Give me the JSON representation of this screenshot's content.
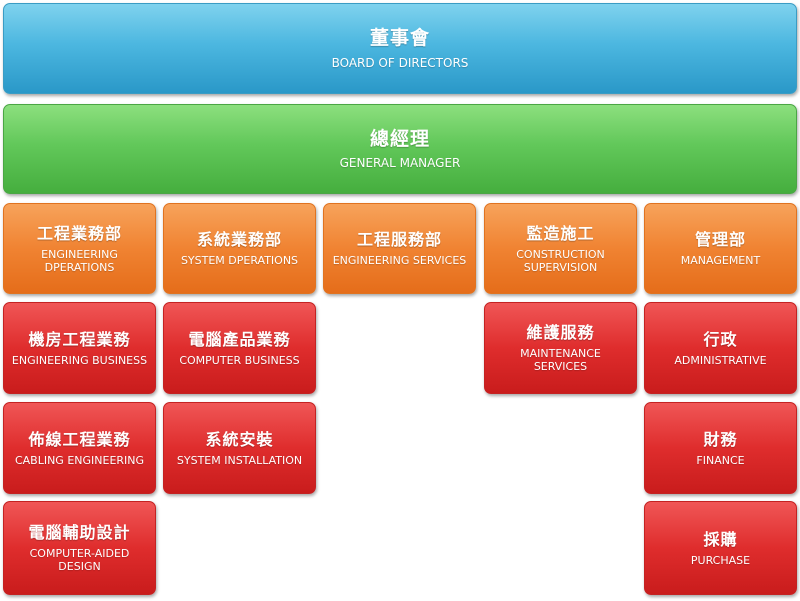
{
  "board": {
    "zh": "董事會",
    "en": "BOARD OF DIRECTORS"
  },
  "gm": {
    "zh": "總經理",
    "en": "GENERAL MANAGER"
  },
  "departments": [
    {
      "zh": "工程業務部",
      "en": "ENGINEERING\nDPERATIONS"
    },
    {
      "zh": "系統業務部",
      "en": "SYSTEM DPERATIONS"
    },
    {
      "zh": "工程服務部",
      "en": "ENGINEERING SERVICES"
    },
    {
      "zh": "監造施工",
      "en": "CONSTRUCTION\nSUPERVISION"
    },
    {
      "zh": "管理部",
      "en": "MANAGEMENT"
    }
  ],
  "units": {
    "engineering_business": {
      "zh": "機房工程業務",
      "en": "ENGINEERING BUSINESS"
    },
    "cabling": {
      "zh": "佈線工程業務",
      "en": "CABLING ENGINEERING"
    },
    "cad": {
      "zh": "電腦輔助設計",
      "en": "COMPUTER-AIDED\nDESIGN"
    },
    "computer_business": {
      "zh": "電腦產品業務",
      "en": "COMPUTER BUSINESS"
    },
    "system_installation": {
      "zh": "系統安裝",
      "en": "SYSTEM  INSTALLATION"
    },
    "maintenance": {
      "zh": "維護服務",
      "en": "MAINTENANCE\nSERVICES"
    },
    "administrative": {
      "zh": "行政",
      "en": "ADMINISTRATIVE"
    },
    "finance": {
      "zh": "財務",
      "en": "FINANCE"
    },
    "purchase": {
      "zh": "採購",
      "en": "PURCHASE"
    }
  },
  "colors": {
    "board": "#4cb7e0",
    "gm": "#62c85a",
    "department": "#f08332",
    "unit": "#df2d2d"
  }
}
